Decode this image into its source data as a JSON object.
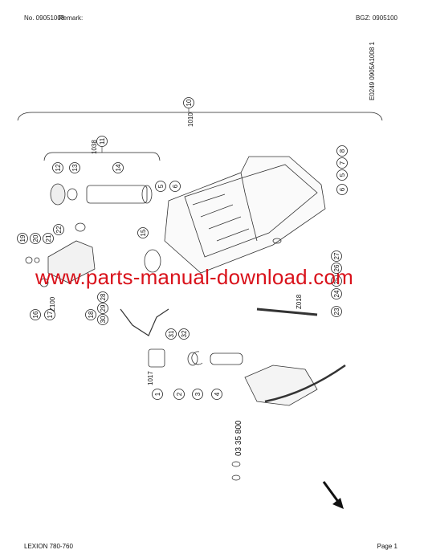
{
  "header": {
    "doc_no": "No. 09051008",
    "remark": "Remark:",
    "bgz": "BGZ: 0905100"
  },
  "footer": {
    "model": "LEXION 780-760",
    "page": "Page 1"
  },
  "drawing_code": "E0249 0905A1008 1",
  "assembly": {
    "main": "1010",
    "main_callout": "10",
    "sub": "1038",
    "sub_callout": "11"
  },
  "side_labels": {
    "z100": "Z100",
    "z018": "Z018",
    "part_1017": "1017"
  },
  "part_number": "03 35 800",
  "watermark": "www.parts-manual-download.com",
  "callouts": [
    {
      "n": "12"
    },
    {
      "n": "13"
    },
    {
      "n": "14"
    },
    {
      "n": "5"
    },
    {
      "n": "6"
    },
    {
      "n": "8"
    },
    {
      "n": "7"
    },
    {
      "n": "5"
    },
    {
      "n": "6"
    },
    {
      "n": "22"
    },
    {
      "n": "15"
    },
    {
      "n": "19"
    },
    {
      "n": "20"
    },
    {
      "n": "21"
    },
    {
      "n": "16"
    },
    {
      "n": "17"
    },
    {
      "n": "18"
    },
    {
      "n": "30"
    },
    {
      "n": "29"
    },
    {
      "n": "28"
    },
    {
      "n": "31"
    },
    {
      "n": "32"
    },
    {
      "n": "27"
    },
    {
      "n": "26"
    },
    {
      "n": "25"
    },
    {
      "n": "24"
    },
    {
      "n": "23"
    },
    {
      "n": "1"
    },
    {
      "n": "2"
    },
    {
      "n": "3"
    },
    {
      "n": "4"
    }
  ]
}
